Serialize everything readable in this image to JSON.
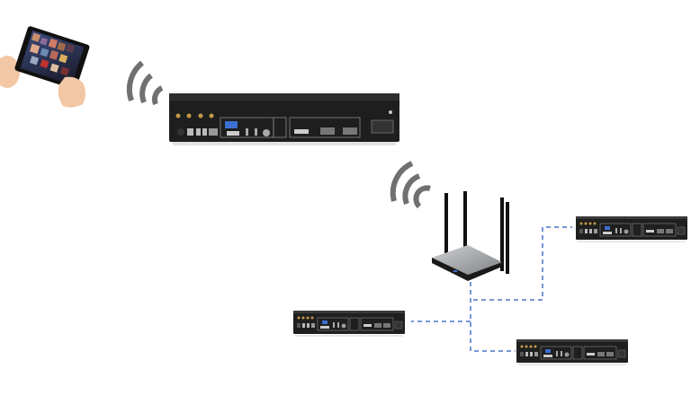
{
  "diagram": {
    "title": "",
    "nodes": [
      {
        "id": "tablet",
        "name": "tablet-controller",
        "kind": "tablet"
      },
      {
        "id": "main_controller",
        "name": "main-video-controller",
        "kind": "rack-controller",
        "large": true
      },
      {
        "id": "router",
        "name": "wifi-router",
        "kind": "router"
      },
      {
        "id": "controller_a",
        "name": "controller-right-top",
        "kind": "rack-controller"
      },
      {
        "id": "controller_b",
        "name": "controller-left-bottom",
        "kind": "rack-controller"
      },
      {
        "id": "controller_c",
        "name": "controller-right-bottom",
        "kind": "rack-controller"
      }
    ],
    "links": [
      {
        "from": "tablet",
        "to": "main_controller",
        "type": "wireless"
      },
      {
        "from": "main_controller",
        "to": "router",
        "type": "wireless"
      },
      {
        "from": "router",
        "to": "controller_a",
        "type": "wired-dashed"
      },
      {
        "from": "router",
        "to": "controller_b",
        "type": "wired-dashed"
      },
      {
        "from": "router",
        "to": "controller_c",
        "type": "wired-dashed"
      }
    ],
    "colors": {
      "background": "#ffffff",
      "wifi_arcs": "#707070",
      "dashed_link": "#4a74c9",
      "device_body": "#1e1e1e",
      "router_top": "#a9acaf",
      "router_base": "#1a1a1a"
    }
  }
}
